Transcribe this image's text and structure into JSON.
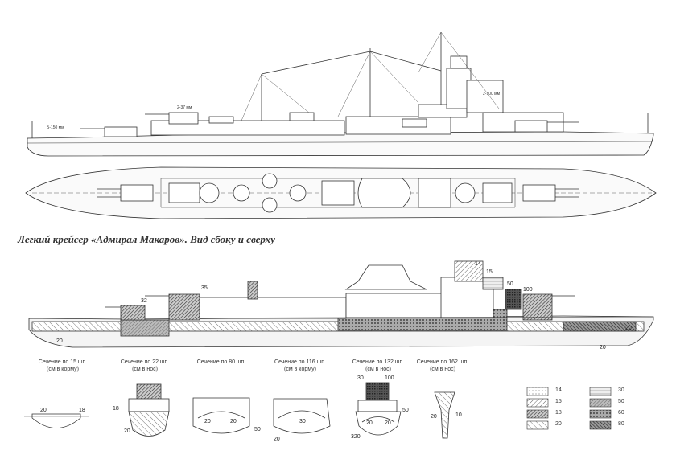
{
  "caption": "Легкий крейсер «Адмирал Макаров». Вид сбоку и сверху",
  "section_labels": [
    {
      "line1": "Сечение по 15 шп.",
      "line2": "(см в корму)"
    },
    {
      "line1": "Сечение по 22 шп.",
      "line2": "(см в нос)"
    },
    {
      "line1": "Сечение по 80 шп.",
      "line2": ""
    },
    {
      "line1": "Сечение по 116 шп.",
      "line2": "(см в корму)"
    },
    {
      "line1": "Сечение по 132 шп.",
      "line2": "(см в нос)"
    },
    {
      "line1": "Сечение по 162 шп.",
      "line2": "(см в нос)"
    }
  ],
  "armor_callouts": {
    "c14": "14",
    "c15": "15",
    "c50": "50",
    "c100": "100",
    "c35": "35",
    "c32": "32",
    "c20a": "20",
    "c20b": "20",
    "c20c": "20"
  },
  "section_numbers": {
    "s1_20": "20",
    "s1_18": "18",
    "s2_18": "18",
    "s2_20": "20",
    "s3_20a": "20",
    "s3_20b": "20",
    "s3_50": "50",
    "s4_30": "30",
    "s4_20": "20",
    "s5_30": "30",
    "s5_100": "100",
    "s5_50": "50",
    "s5_20a": "20",
    "s5_20b": "20",
    "s5_320": "320",
    "s6_20": "20",
    "s6_10": "10"
  },
  "legend": [
    {
      "value": "14"
    },
    {
      "value": "15"
    },
    {
      "value": "18"
    },
    {
      "value": "20"
    },
    {
      "value": "30"
    },
    {
      "value": "50"
    },
    {
      "value": "60"
    },
    {
      "value": "80"
    }
  ],
  "drawing_notes": [
    "Б-150 мм",
    "2-37 мм",
    "2-100 мм"
  ]
}
